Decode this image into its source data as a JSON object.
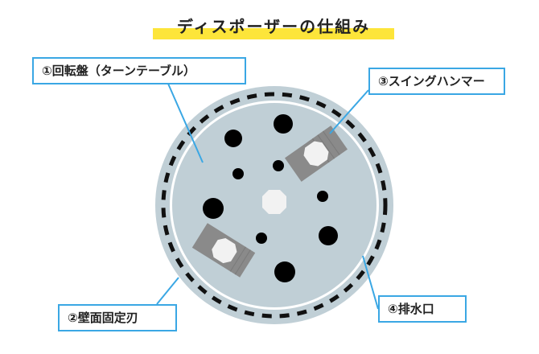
{
  "title": "ディスポーザーの仕組み",
  "labels": {
    "turntable": "①回転盤（ターンテーブル）",
    "fixed_blade": "②壁面固定刃",
    "swing_hammer": "③スイングハンマー",
    "drain": "④排水口"
  },
  "colors": {
    "outer_disc": "#c0cfd6",
    "inner_disc": "#c0cfd6",
    "ring": "#ffffff",
    "holes": "#000000",
    "hammer": "#8a8a8a",
    "bolt": "#f2f2f2",
    "callout_border": "#3aa7e4",
    "title_highlight": "#fde53a"
  }
}
